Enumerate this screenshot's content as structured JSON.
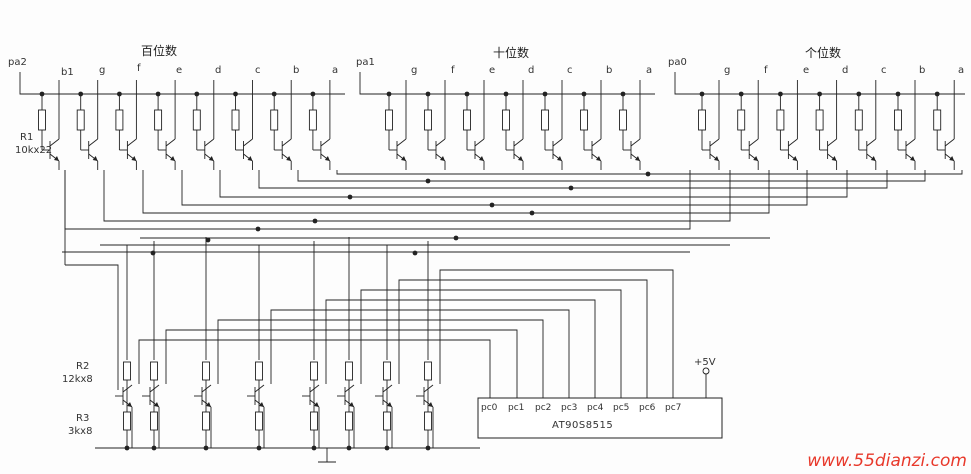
{
  "groups": {
    "hundreds": {
      "title": "百位数",
      "port": "pa2",
      "segments": [
        "b1",
        "g",
        "f",
        "e",
        "d",
        "c",
        "b",
        "a"
      ]
    },
    "tens": {
      "title": "十位数",
      "port": "pa1",
      "segments": [
        "g",
        "f",
        "e",
        "d",
        "c",
        "b",
        "a"
      ]
    },
    "ones": {
      "title": "个位数",
      "port": "pa0",
      "segments": [
        "g",
        "f",
        "e",
        "d",
        "c",
        "b",
        "a"
      ]
    }
  },
  "resistors": {
    "r1_name": "R1",
    "r1_value": "10kx22",
    "r2_name": "R2",
    "r2_value": "12kx8",
    "r3_name": "R3",
    "r3_value": "3kx8"
  },
  "chip": {
    "name": "AT90S8515",
    "pins": [
      "pc0",
      "pc1",
      "pc2",
      "pc3",
      "pc4",
      "pc5",
      "pc6",
      "pc7"
    ]
  },
  "power": {
    "label": "+5V"
  },
  "watermark": "www.55dianzi.com",
  "colors": {
    "ink": "#222222",
    "watermark": "#e8392b"
  }
}
